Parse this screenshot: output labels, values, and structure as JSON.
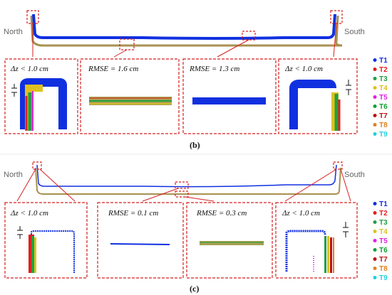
{
  "panels": [
    {
      "caption": "(b)",
      "north_label": "North",
      "south_label": "South",
      "annotations": [
        "Δz < 1.0 cm",
        "RMSE = 1.6 cm",
        "RMSE = 1.3 cm",
        "Δz < 1.0 cm"
      ]
    },
    {
      "caption": "(c)",
      "north_label": "North",
      "south_label": "South",
      "annotations": [
        "Δz < 1.0 cm",
        "RMSE = 0.1 cm",
        "RMSE = 0.3 cm",
        "Δz < 1.0 cm"
      ]
    }
  ],
  "legend": [
    {
      "label": "T1",
      "color": "#1030e0"
    },
    {
      "label": "T2",
      "color": "#e02020"
    },
    {
      "label": "T3",
      "color": "#20a040"
    },
    {
      "label": "T4",
      "color": "#e0c020"
    },
    {
      "label": "T5",
      "color": "#e020e0"
    },
    {
      "label": "T6",
      "color": "#10a030"
    },
    {
      "label": "T7",
      "color": "#c01010"
    },
    {
      "label": "T8",
      "color": "#e08020"
    },
    {
      "label": "T9",
      "color": "#20d0e0"
    }
  ],
  "colors": {
    "highlight_box": "#d62020",
    "profile_blue": "#1030e0",
    "profile_mixed": "#a08050"
  }
}
